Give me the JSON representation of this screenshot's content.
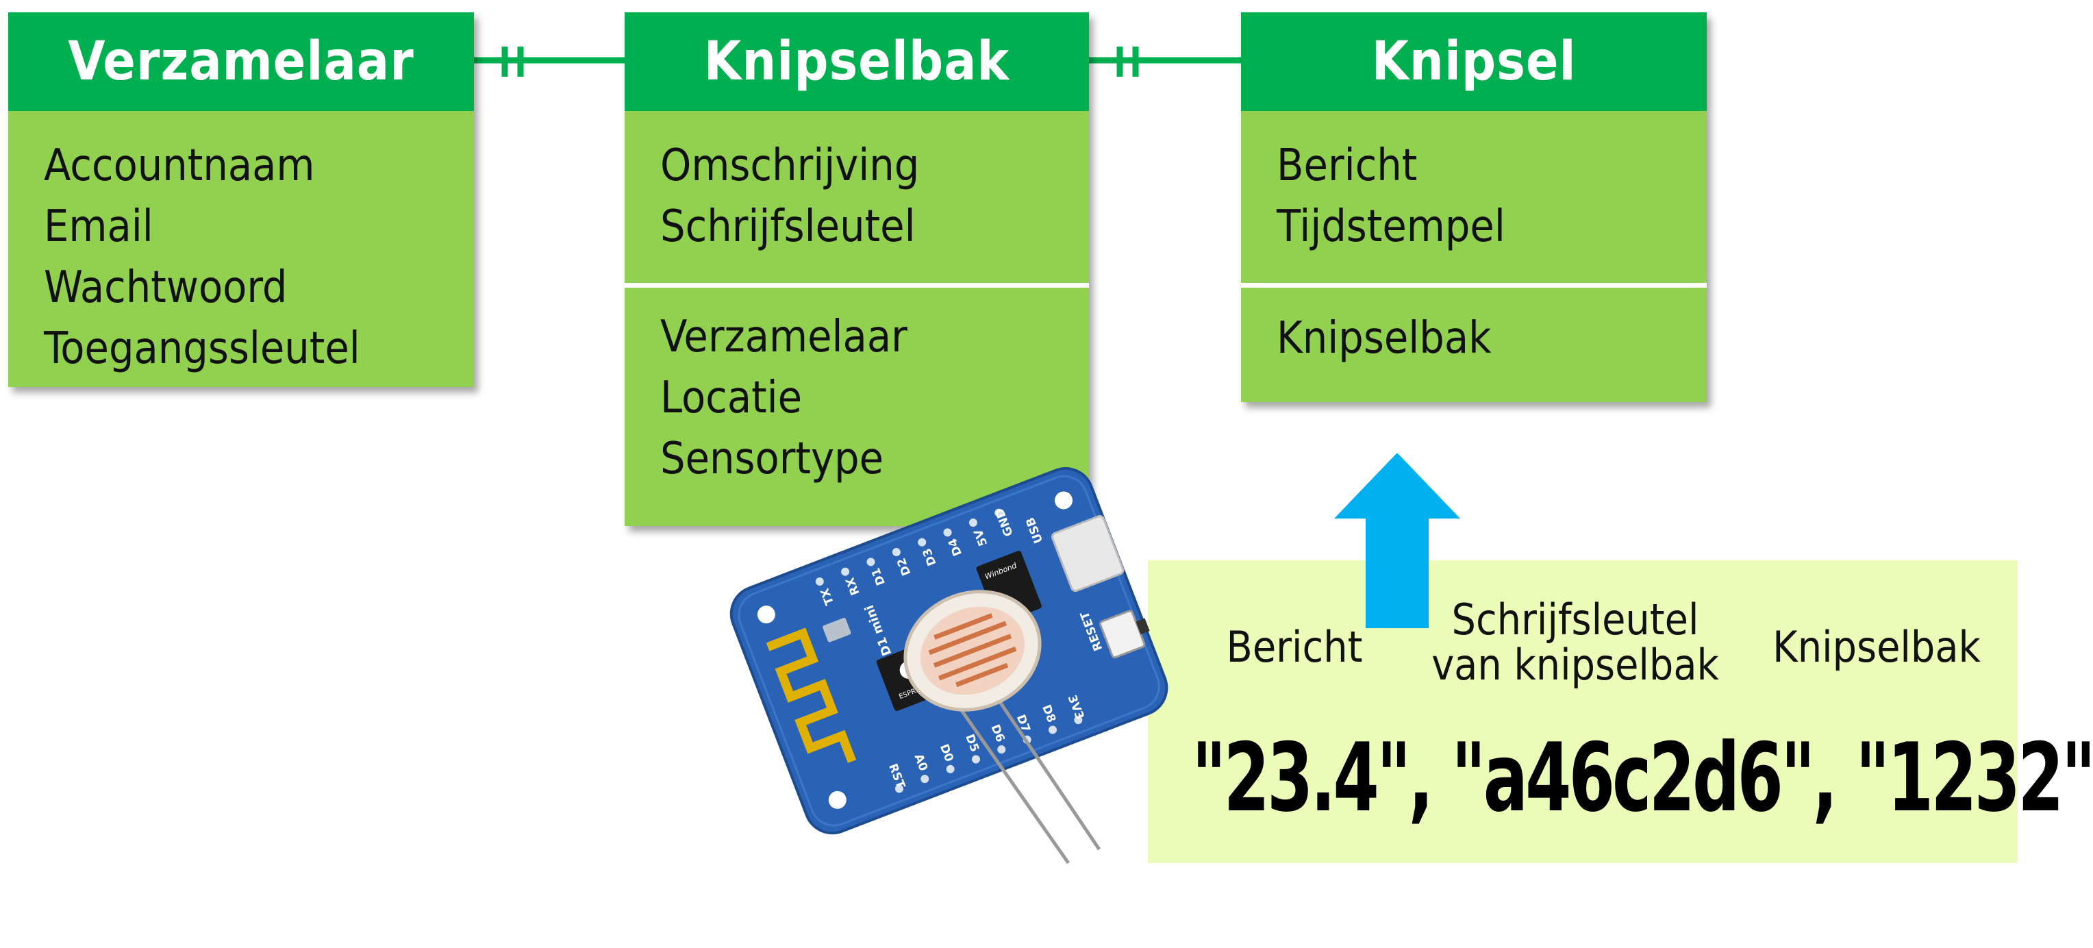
{
  "entities": [
    {
      "title": "Verzamelaar",
      "sections": [
        [
          "Accountnaam",
          "Email",
          "Wachtwoord",
          "Toegangssleutel"
        ]
      ]
    },
    {
      "title": "Knipselbak",
      "sections": [
        [
          "Omschrijving",
          "Schrijfsleutel"
        ],
        [
          "Verzamelaar",
          "Locatie",
          "Sensortype"
        ]
      ]
    },
    {
      "title": "Knipsel",
      "sections": [
        [
          "Bericht",
          "Tijdstempel"
        ],
        [
          "Knipselbak"
        ]
      ]
    }
  ],
  "message": {
    "labels": {
      "bericht": "Bericht",
      "schrijfsleutel_1": "Schrijfsleutel",
      "schrijfsleutel_2": "van knipselbak",
      "knipselbak": "Knipselbak"
    },
    "values": "\"23.4\", \"a46c2d6\", \"1232\""
  },
  "board": {
    "pins_left": [
      "TX",
      "RX",
      "D1",
      "D2",
      "D3",
      "D4",
      "5V",
      "GND"
    ],
    "pins_right": [
      "RST",
      "A0",
      "D0",
      "D5",
      "D6",
      "D7",
      "D8",
      "3V3"
    ],
    "board_name": "D1 mini",
    "usb_label": "USB",
    "reset_label": "RESET",
    "chip_label": "ESPRESSIF",
    "flash_label": "Winbond"
  },
  "colors": {
    "header": "#00b050",
    "body": "#92d050",
    "message_bg": "#ebfcb8",
    "arrow": "#00b0f0",
    "board": "#2a63b5",
    "antenna": "#e0b000"
  },
  "icons": [
    "arrow-up-icon",
    "esp8266-board-icon",
    "ldr-sensor-icon"
  ]
}
